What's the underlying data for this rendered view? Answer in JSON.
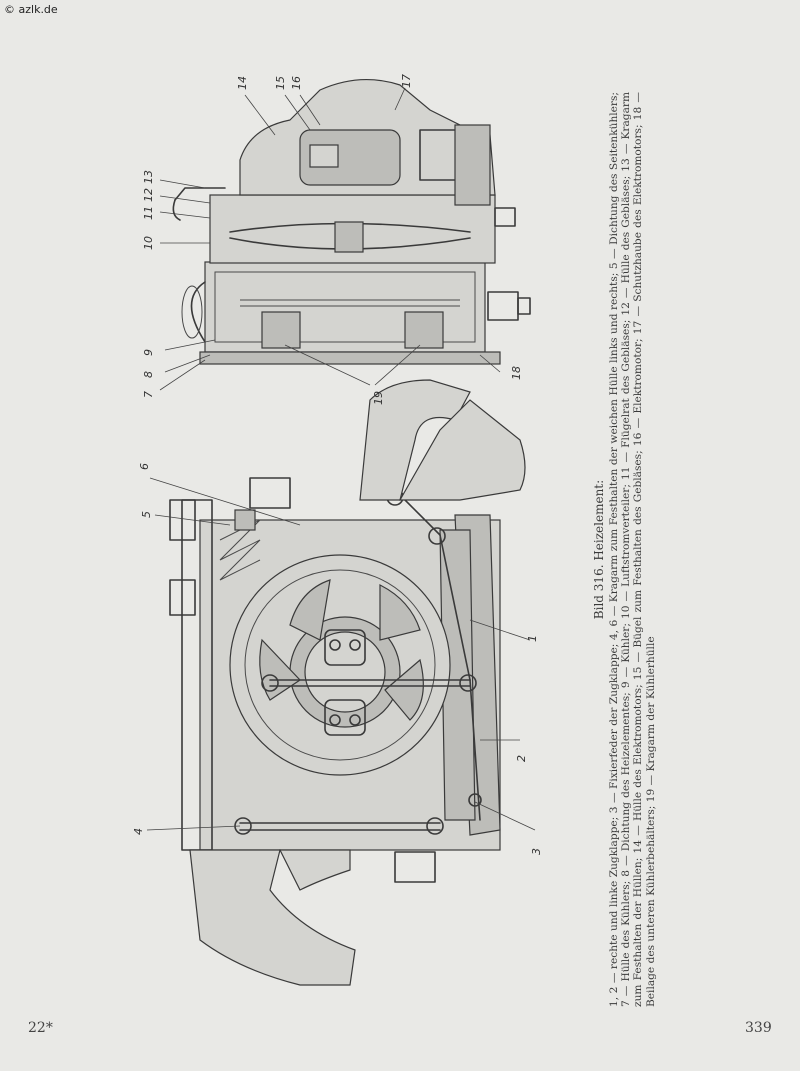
{
  "watermark": "© azlk.de",
  "page": {
    "number_left": "22*",
    "number_right": "339"
  },
  "caption": {
    "title": "Bild 316. Heizelement:",
    "body": "1, 2 — rechte und linke Zugklappe; 3 — Fixierfeder der Zugklappe; 4, 6 — Kragarm zum Festhalten der weichen Hülle links und rechts; 5 — Dichtung des Seitenkühlers; 7 — Hülle des Kühlers; 8 — Dichtung des Heizelementes; 9 — Kühler; 10 — Luftstromverteiler; 11 — Flügelrat des Gebläses; 12 — Hülle des Gebläses; 13 — Kragarm zum Festhalten der Hüllen; 14 — Hülle des Elektromotors; 15 — Bügel zum Festhalten des Gebläses; 16 — Elektromotor; 17 — Schutzhaube des Elektromotors; 18 — Beilage des unteren Kühlerbehälters; 19 — Kragarm der Kühlerhülle"
  },
  "drawing": {
    "labels": [
      "1",
      "2",
      "3",
      "4",
      "5",
      "6",
      "7",
      "8",
      "9",
      "10",
      "11",
      "12",
      "13",
      "14",
      "15",
      "16",
      "17",
      "18",
      "19"
    ]
  }
}
